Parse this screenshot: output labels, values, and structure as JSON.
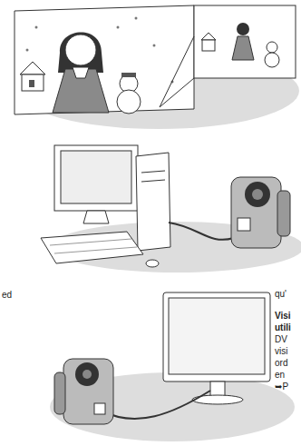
{
  "diagram": {
    "labels": [
      "ed",
      "qu'",
      "Visi",
      "utili",
      "DV",
      "visi",
      "ord",
      "en",
      "➥P"
    ]
  }
}
